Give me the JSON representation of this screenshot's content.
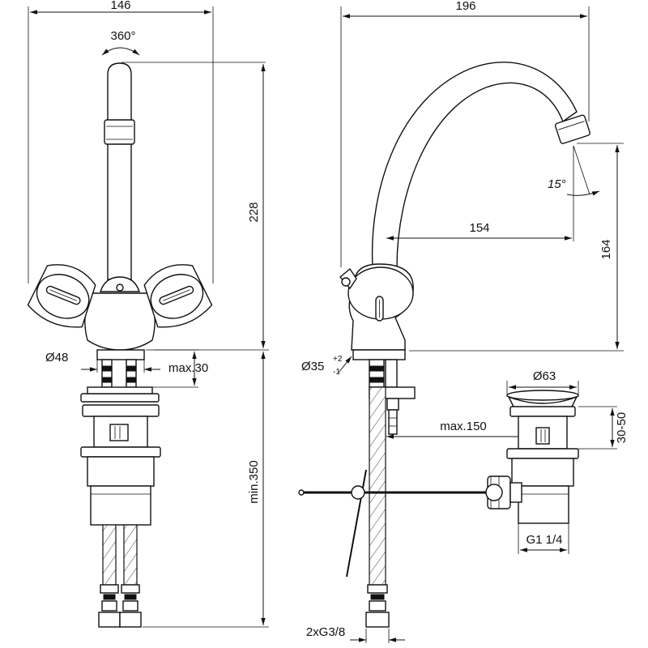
{
  "dimensions": {
    "front_width": "146",
    "rotation": "360°",
    "front_height": "228",
    "base_diameter": "Ø48",
    "max_deck_thickness": "max.30",
    "min_hose_length": "min.350",
    "side_width": "196",
    "spout_angle": "15°",
    "spout_reach": "154",
    "spout_height": "164",
    "side_base_diameter_main": "Ø35",
    "side_base_tol_plus": "+2",
    "side_base_tol_minus": "-1",
    "pull_rod_max": "max.150",
    "waste_diameter": "Ø63",
    "waste_range": "30-50",
    "waste_thread": "G1 1/4",
    "connection_thread": "2xG3/8"
  }
}
